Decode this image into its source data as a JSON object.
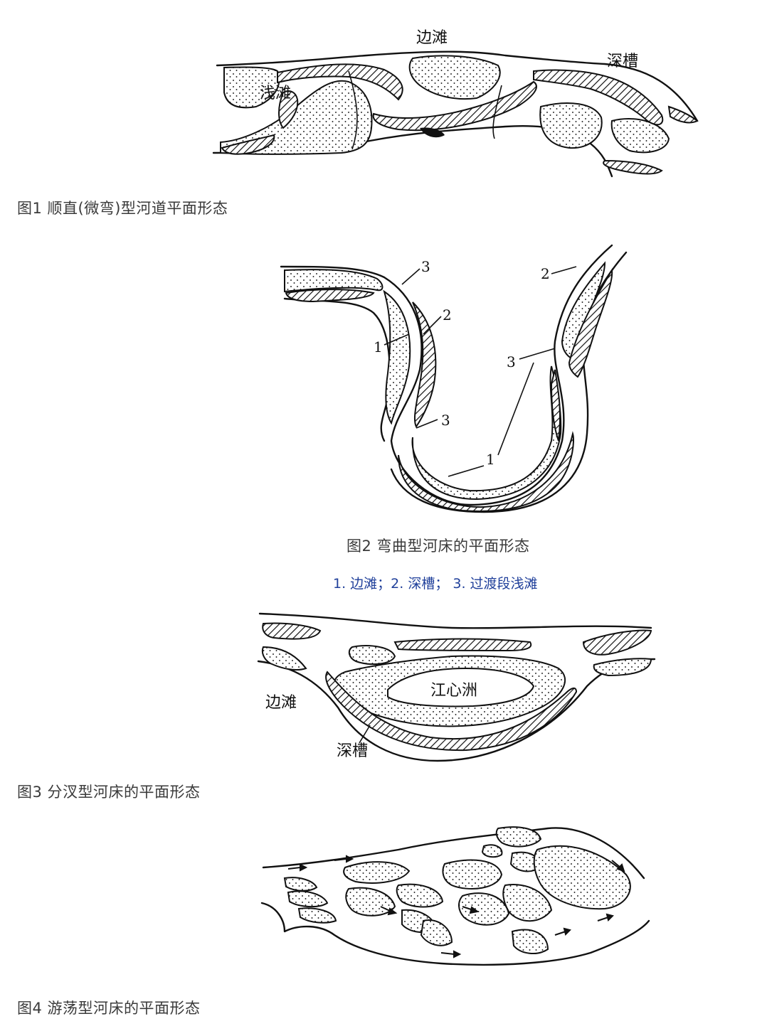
{
  "figures": [
    {
      "id": "fig1",
      "labels": {
        "bank_shoal": "边滩",
        "deep_trough": "深槽",
        "shallow_shoal": "浅滩"
      },
      "caption": "图1 顺直(微弯)型河道平面形态"
    },
    {
      "id": "fig2",
      "callouts": [
        "1",
        "2",
        "3",
        "2",
        "3",
        "3",
        "1"
      ],
      "caption": "图2 弯曲型河床的平面形态",
      "legend": "1. 边滩；2. 深槽； 3. 过渡段浅滩"
    },
    {
      "id": "fig3",
      "labels": {
        "island": "江心洲",
        "bank_shoal": "边滩",
        "deep_trough": "深槽"
      },
      "caption": "图3 分汊型河床的平面形态"
    },
    {
      "id": "fig4",
      "caption": "图4 游荡型河床的平面形态"
    }
  ]
}
